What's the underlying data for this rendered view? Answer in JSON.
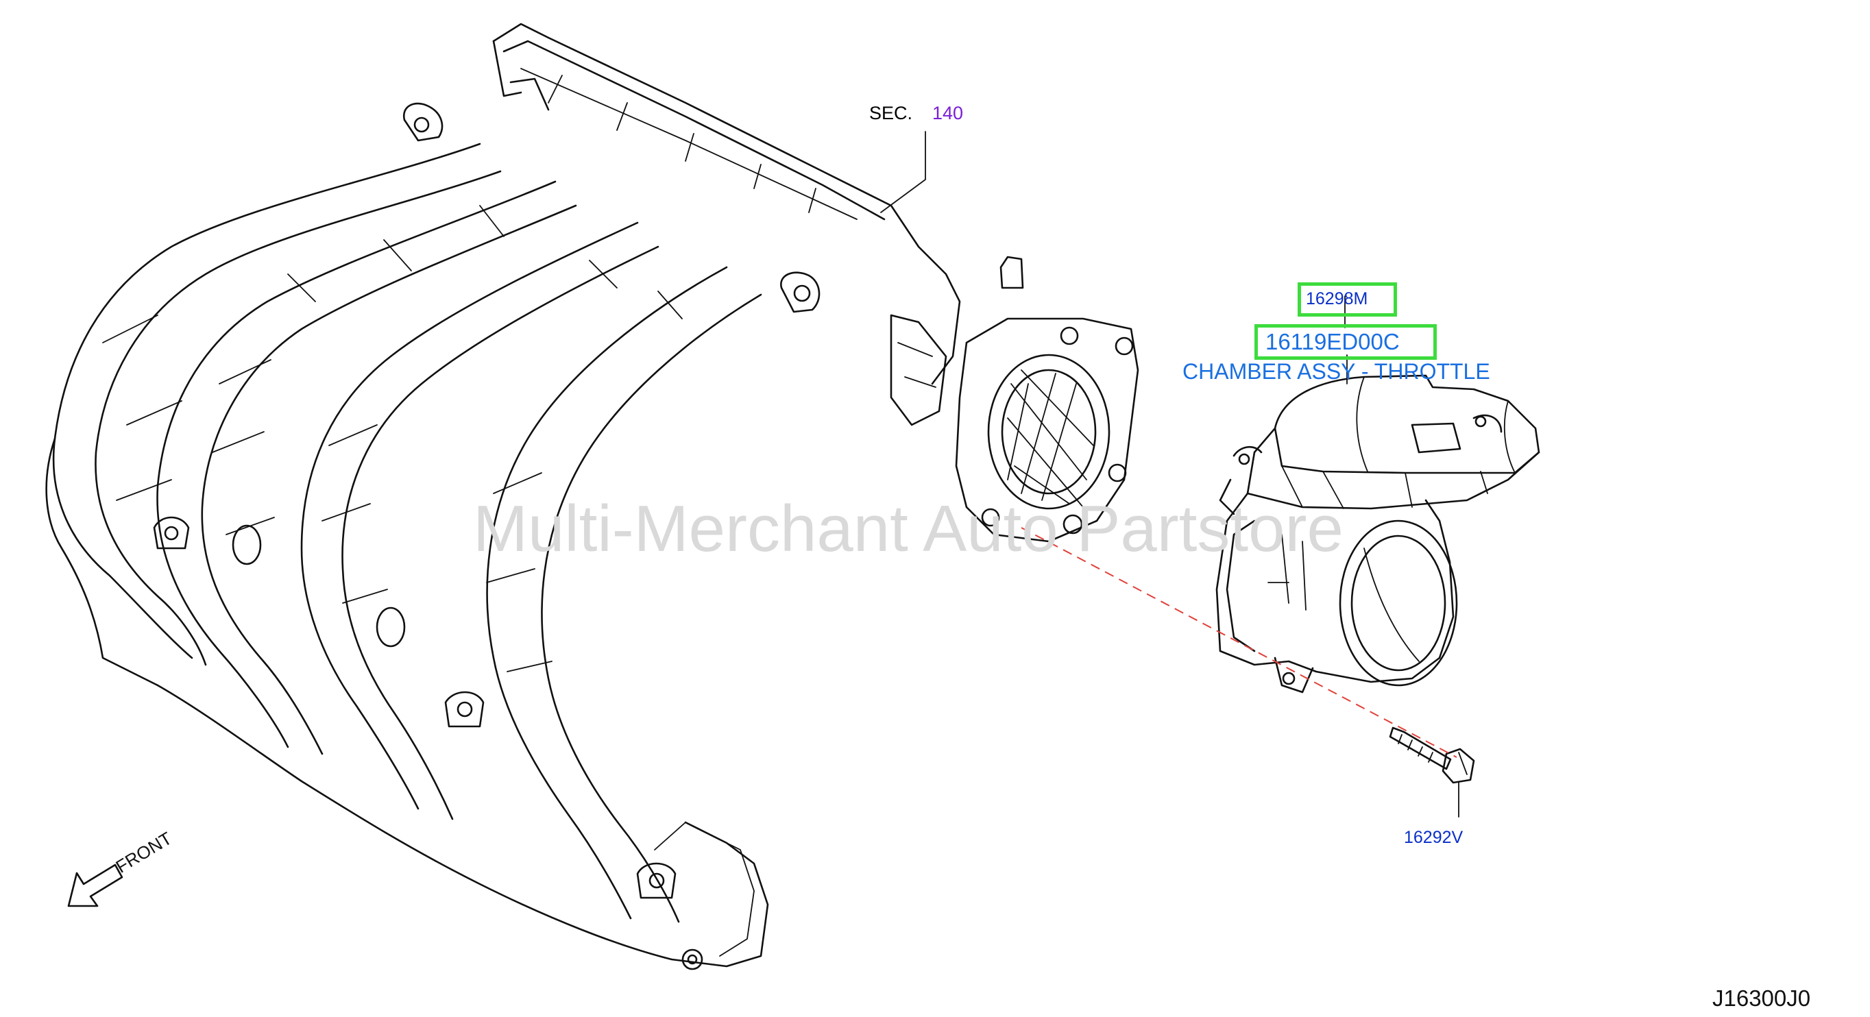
{
  "section_ref": {
    "label": "SEC.",
    "number": "140"
  },
  "parts": {
    "part_a": "16298M",
    "part_b": "16119ED00C",
    "part_b_description": "CHAMBER ASSY - THROTTLE",
    "part_c": "16292V"
  },
  "direction_marker": "FRONT",
  "drawing_id": "J16300J0",
  "watermark": "Multi-Merchant Auto Partstore",
  "colors": {
    "callout_text": "#0a2fc9",
    "description_text": "#1a6fe0",
    "section_number": "#7a1fd6",
    "highlight_box": "#3ddc3d",
    "leader_dashed": "#e0413a",
    "watermark": "#d9d9d9",
    "line_art": "#111111"
  },
  "icons": [
    "front-arrow-icon"
  ]
}
